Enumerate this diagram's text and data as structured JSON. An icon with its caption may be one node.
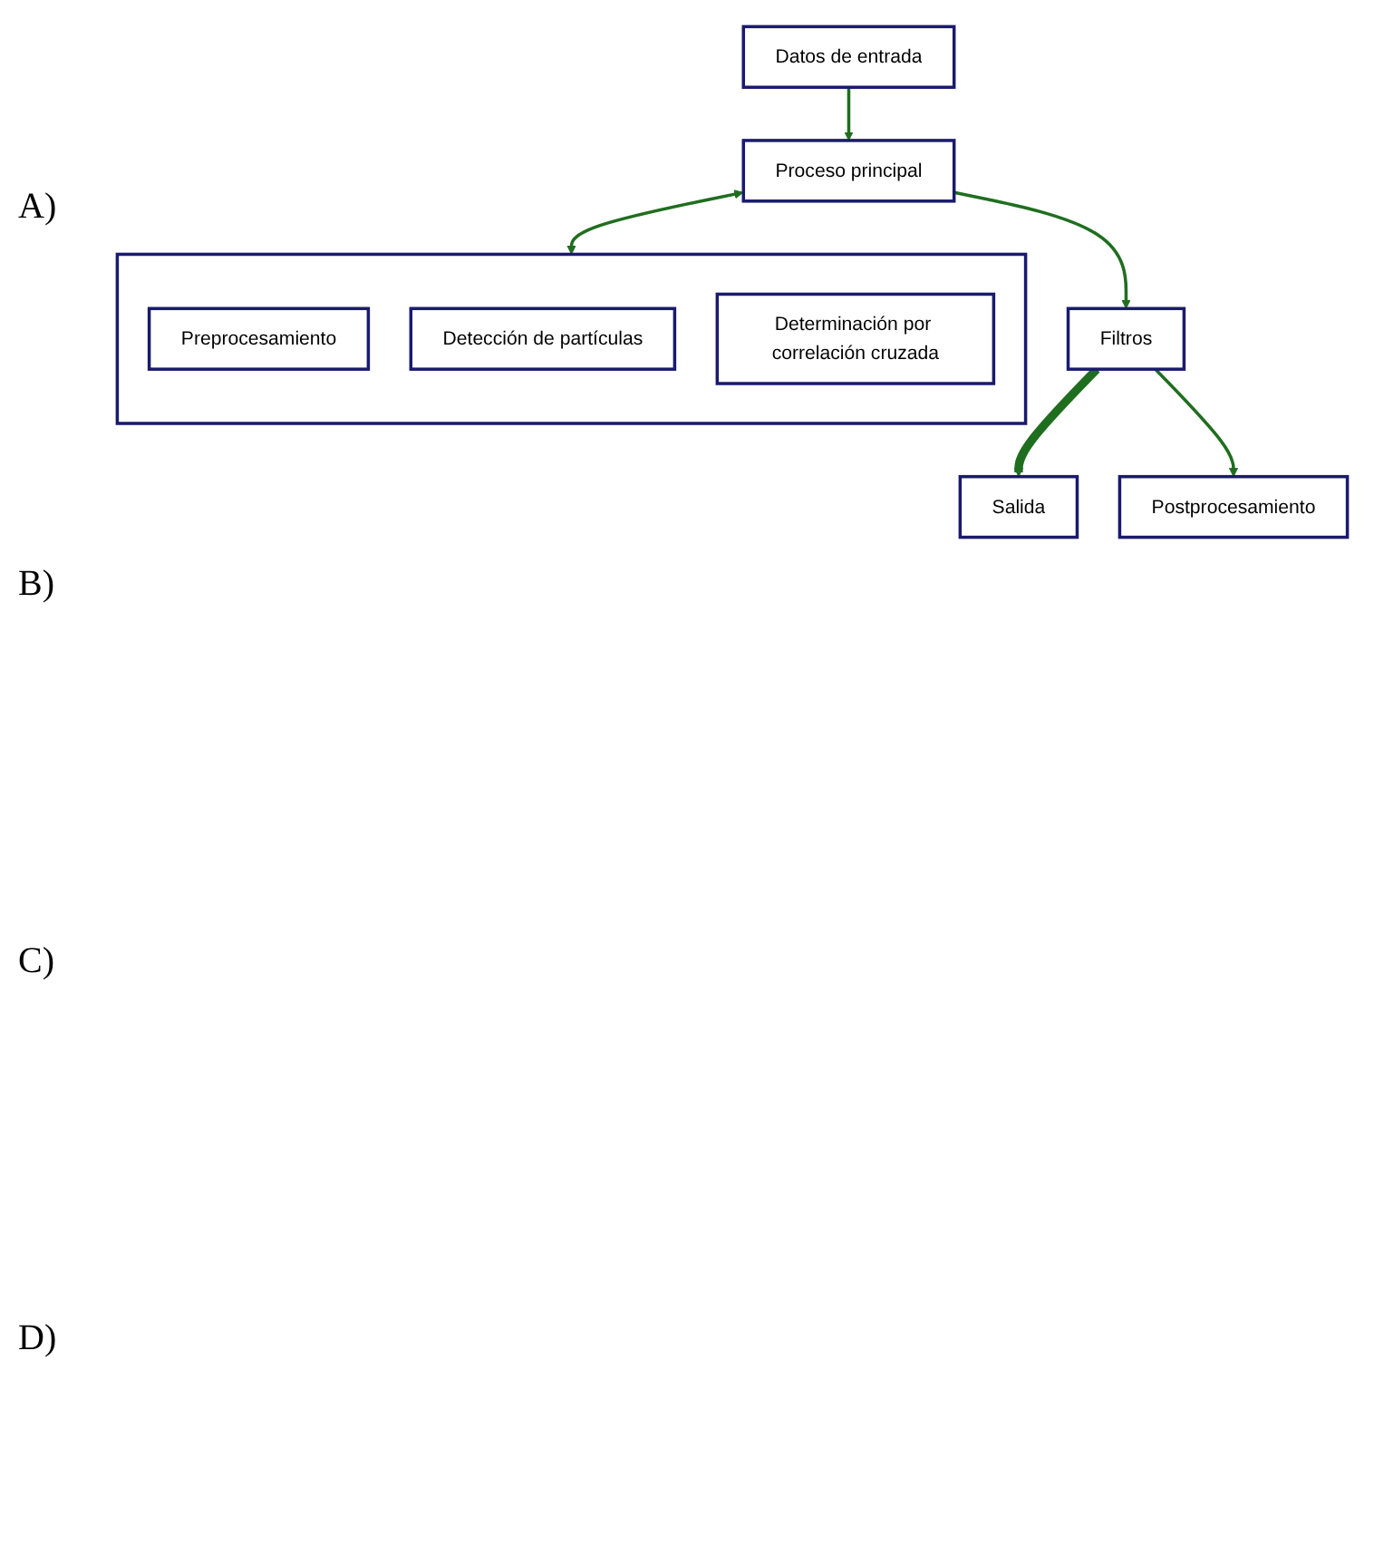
{
  "diagram": {
    "nodes": [
      {
        "text": [
          "Datos de entrada"
        ]
      },
      {
        "text": [
          "Proceso principal"
        ]
      },
      {
        "text": [],
        "shape": "box"
      },
      {
        "text": [
          "Preprocesamiento"
        ],
        "in": 2
      },
      {
        "text": [
          "Detección de partículas"
        ],
        "in": 2
      },
      {
        "text": [
          "Determinación por correlación cruzada"
        ],
        "in": 2
      },
      {
        "text": [
          "Filtros"
        ]
      },
      {
        "text": [
          "Salida"
        ]
      },
      {
        "text": [
          "Postprocesamiento"
        ]
      }
    ],
    "edges": [
      {
        "from": 0,
        "to": 1,
        "arrow": "to"
      },
      {
        "from": 1,
        "to": 2,
        "arrow": "both"
      },
      {
        "from": 1,
        "to": 6,
        "arrow": "to"
      },
      {
        "from": 6,
        "to": 7,
        "arrow": "to",
        "style": "thick"
      },
      {
        "from": 6,
        "to": 8,
        "arrow": "to"
      }
    ],
    "labels": [
      "A)",
      "B)",
      "C)",
      "D)"
    ]
  }
}
